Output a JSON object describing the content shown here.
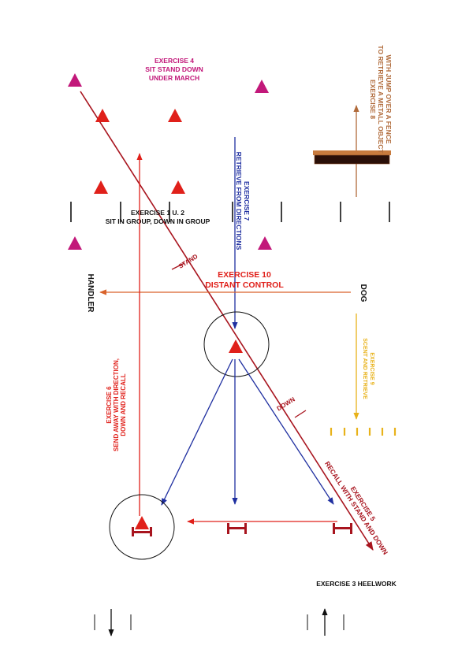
{
  "colors": {
    "magenta": "#c2187a",
    "red": "#e0201a",
    "dark_red": "#a8141e",
    "blue": "#1f2fa0",
    "orange": "#d9622a",
    "brown": "#b06a3a",
    "yellow": "#e8b21a",
    "black": "#111111"
  },
  "labels": {
    "ex4": [
      "EXERCISE 4",
      "SIT STAND DOWN",
      "UNDER MARCH"
    ],
    "ex8": [
      "EXERCISE 8",
      "TO RETRIEVE A METALL OBJECT",
      "WITH JUMP OVER A FENCE"
    ],
    "ex7": [
      "EXERCISE 7",
      "RETRIEVE FROM DIRECTIONS"
    ],
    "ex12": [
      "EXERCISE 1 U. 2",
      "SIT IN GROUP, DOWN IN GROUP"
    ],
    "stand": "STAND",
    "ex10": [
      "EXERCISE 10",
      "DISTANT CONTROL"
    ],
    "handler": "HANDLER",
    "dog": "DOG",
    "ex9": [
      "EXERCISE 9",
      "SCENT AND RETRIEVE"
    ],
    "ex6": [
      "EXERCISE 6",
      "SEND AWAY WITH DIRECTION,",
      "DOWN AND RECALL"
    ],
    "down": "DOWN",
    "ex5": [
      "EXERCISE 5",
      "RECALL WITH STAND AND DOWN"
    ],
    "ex3": "EXERCISE 3  HEELWORK"
  }
}
